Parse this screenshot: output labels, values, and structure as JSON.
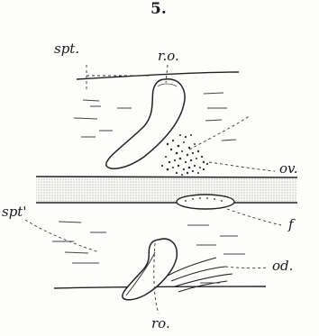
{
  "figure": {
    "number": "5.",
    "labels": {
      "spt": "spt.",
      "ro_top": "r.o.",
      "ov": "ov.",
      "f": "f",
      "spt_prime": "spt'",
      "od": "od.",
      "ro_bottom": "ro."
    }
  }
}
